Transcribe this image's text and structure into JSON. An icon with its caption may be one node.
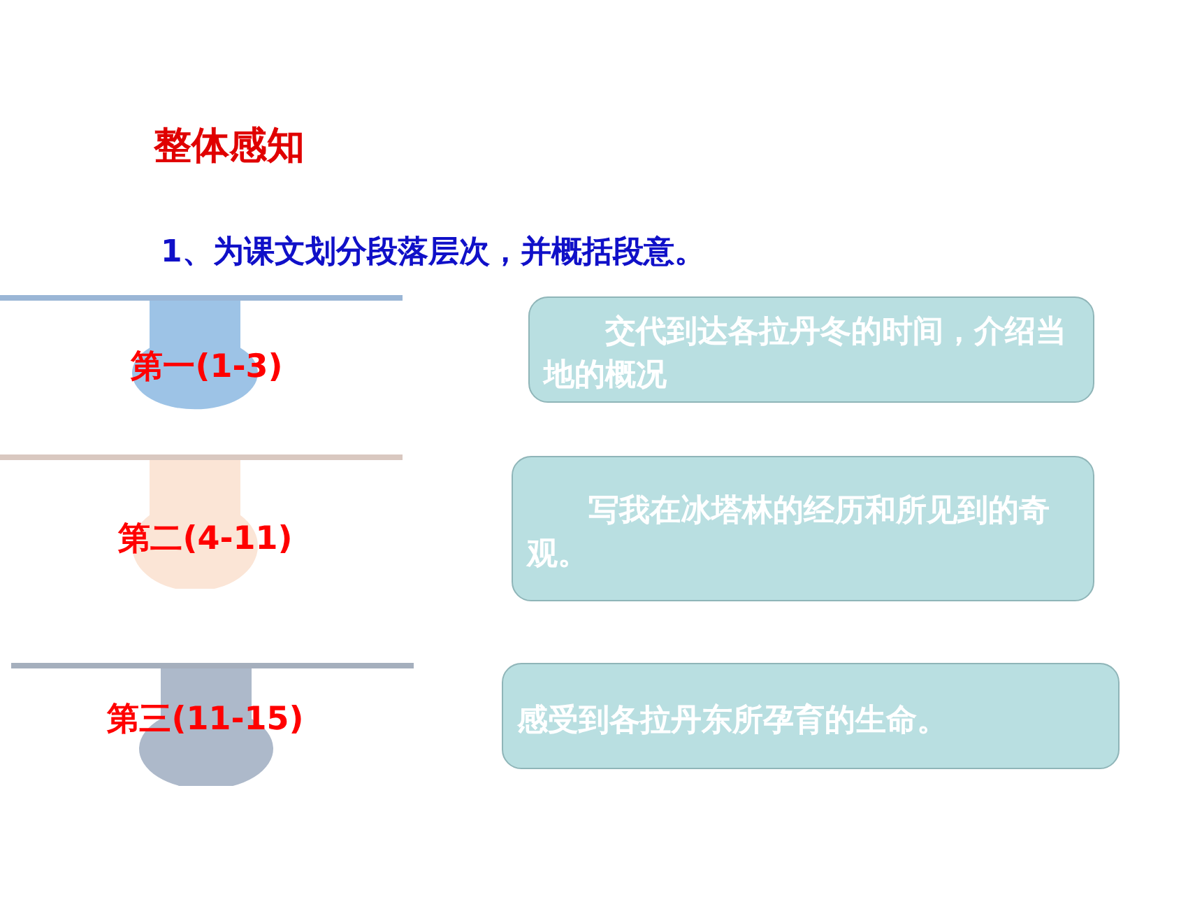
{
  "diagram": {
    "title": "整体感知",
    "nodes": [
      {
        "text": [
          "第一(1-3)"
        ]
      },
      {
        "text": [
          "第二(4-11)"
        ]
      },
      {
        "text": [
          "第三(11-15)"
        ]
      },
      {
        "text": [
          "交代到达各拉丹冬的时间，介绍当地的概况"
        ]
      },
      {
        "text": [
          "写我在冰塔林的经历和所见到的奇观。"
        ]
      },
      {
        "text": [
          "感受到各拉丹东所孕育的生命。"
        ]
      }
    ],
    "labels": [
      "1、为课文划分段落层次，并概括段意。"
    ]
  }
}
